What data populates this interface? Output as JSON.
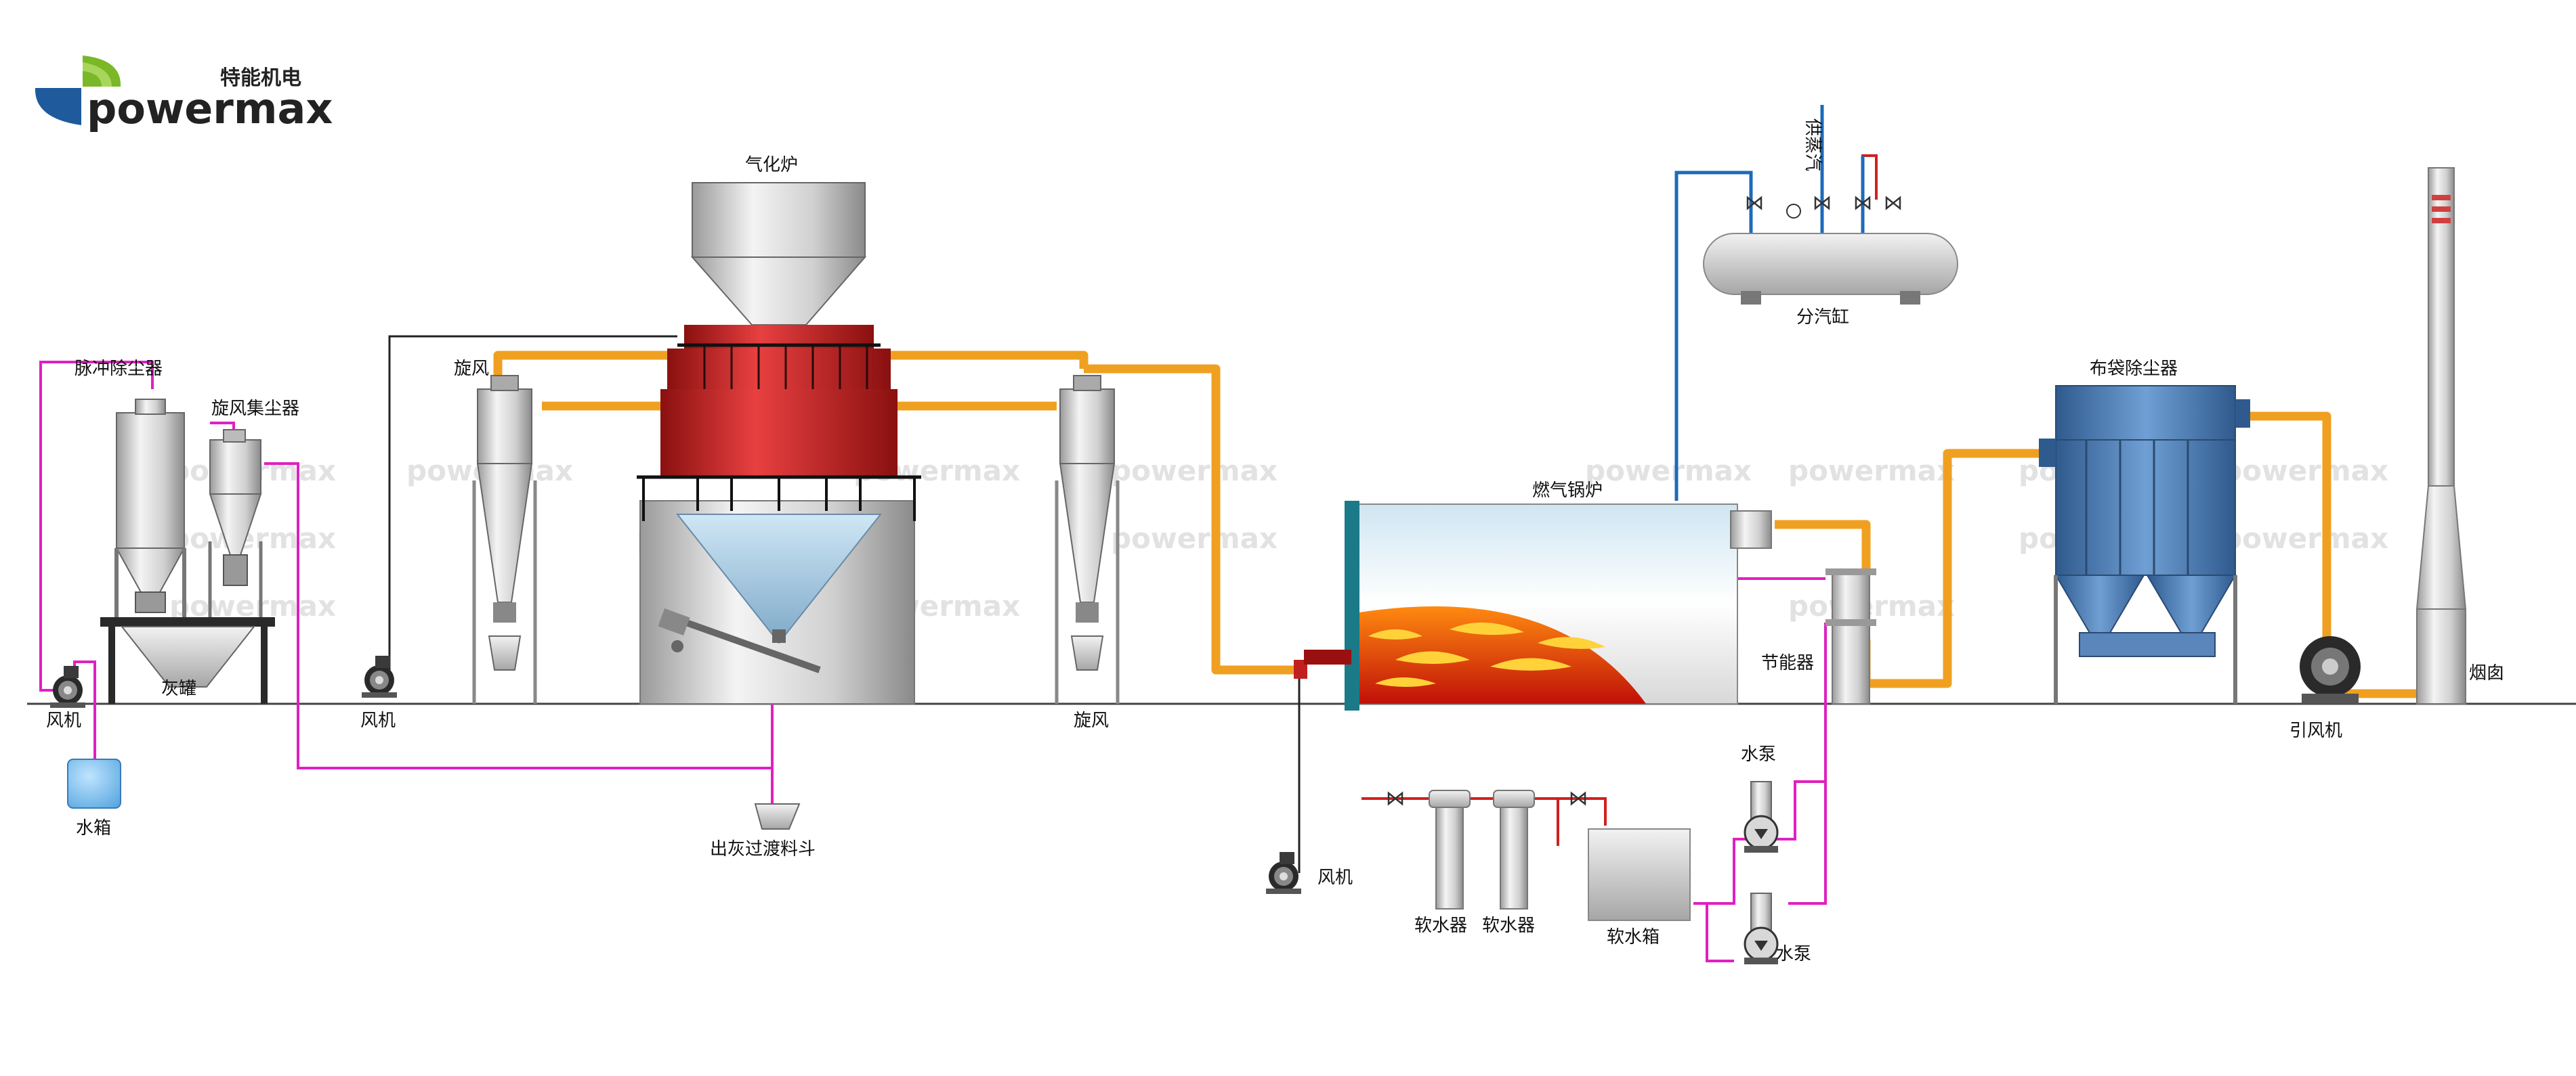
{
  "brand": {
    "name": "powermax",
    "tagline": "特能机电",
    "watermark": "powermax",
    "colors": {
      "green": "#7ab828",
      "blue": "#1e5a9c",
      "text": "#222222"
    }
  },
  "labels": {
    "gasifier": "气化炉",
    "pulse_dust_collector": "脉冲除尘器",
    "cyclone_collector": "旋风集尘器",
    "cyclone_left": "旋风",
    "cyclone_right": "旋风",
    "ash_tank": "灰罐",
    "fan_1": "风机",
    "fan_2": "风机",
    "fan_3": "风机",
    "water_tank": "水箱",
    "ash_hopper": "出灰过渡料斗",
    "boiler": "燃气锅炉",
    "economizer": "节能器",
    "steam_supply": "供蒸汽",
    "steam_header": "分汽缸",
    "bag_filter": "布袋除尘器",
    "chimney": "烟囱",
    "induced_fan": "引风机",
    "pump_1": "水泵",
    "pump_2": "水泵",
    "softener_1": "软水器",
    "softener_2": "软水器",
    "soft_water_tank": "软水箱"
  },
  "colors": {
    "flue_pipe": "#f0a020",
    "water_pipe": "#e020c0",
    "steam_pipe": "#1e6ab8",
    "dark_pipe": "#222222",
    "soft_water_pipe": "#d02020",
    "gasifier_red": "#c42020",
    "bag_filter_blue": "#4a78b0"
  }
}
